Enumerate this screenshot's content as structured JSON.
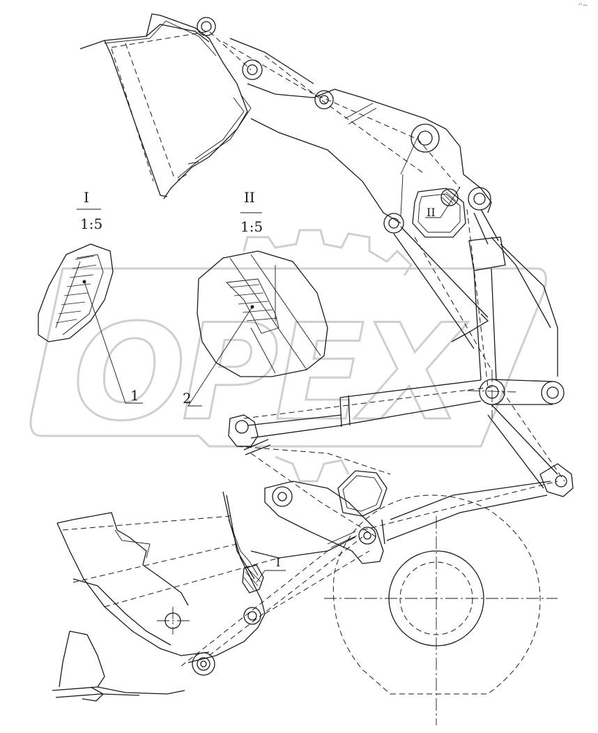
{
  "detail_labels": {
    "detail_1_roman": "I",
    "detail_1_scale": "1:5",
    "detail_2_roman": "II",
    "detail_2_scale": "1:5",
    "callout_1": "1",
    "callout_2": "2",
    "marker_II": "II",
    "marker_I": "I"
  },
  "watermark": {
    "text": "OPEX",
    "color": "#cfcfcf"
  },
  "corner_mark": "°° »»"
}
